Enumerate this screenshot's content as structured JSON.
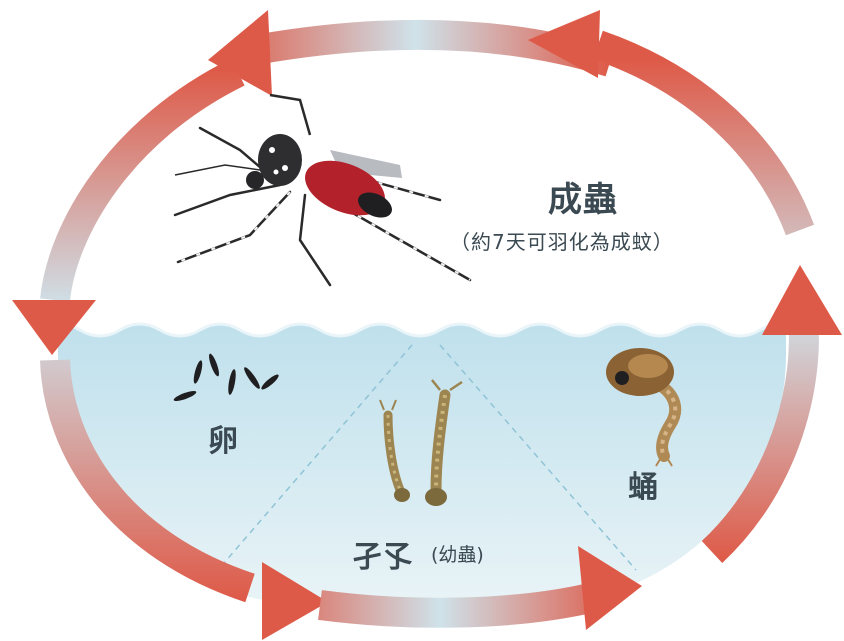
{
  "diagram": {
    "stages": {
      "adult": {
        "name": "成蟲",
        "note": "（約7天可羽化為成蚊）"
      },
      "egg": {
        "name": "卵"
      },
      "larva": {
        "name": "孑孓",
        "note": "(幼蟲)"
      },
      "pupa": {
        "name": "蛹"
      }
    },
    "colors": {
      "arrow": "#de5a48",
      "arrow_fade": "#cfe2ea",
      "water_top": "#bfe0ec",
      "water_bottom": "#eef6f8",
      "text": "#3b4a52"
    }
  }
}
